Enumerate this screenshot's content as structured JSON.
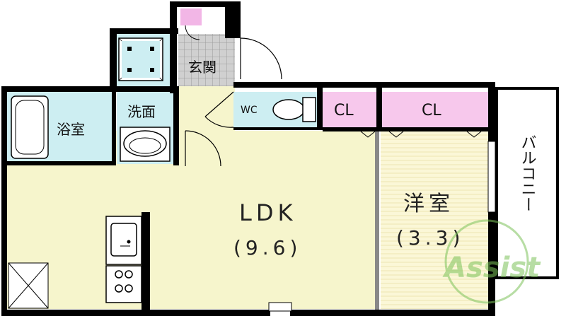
{
  "rooms": {
    "bath": "浴室",
    "washroom": "洗面",
    "entrance": "玄関",
    "wc": "WC",
    "closet1": "CL",
    "closet2": "CL",
    "ldk": "LDK",
    "ldk_size": "(9.6)",
    "western": "洋室",
    "western_size": "(3.3)",
    "balcony": "バルコニー"
  },
  "watermark": {
    "text": "Assist"
  },
  "colors": {
    "ldk_floor": "#f6f5cc",
    "western_floor": "#fbf7d7",
    "wet_area": "#cdeef2",
    "closet": "#f7c8ec",
    "entrance_floor": "#cfcfcf",
    "wall": "#000000",
    "watermark": "#7dc35a"
  }
}
